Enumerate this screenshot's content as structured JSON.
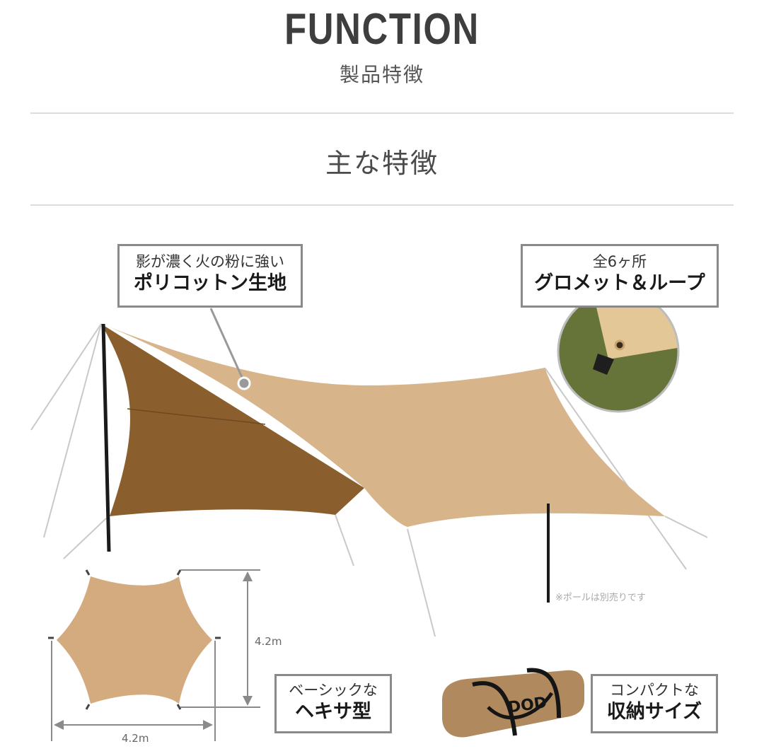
{
  "header": {
    "title": "FUNCTION",
    "subtitle": "製品特徴"
  },
  "section": {
    "title": "主な特徴"
  },
  "callouts": [
    {
      "id": "fabric",
      "small": "影が濃く火の粉に強い",
      "big": "ポリコットン生地"
    },
    {
      "id": "grommet",
      "small": "全6ヶ所",
      "big": "グロメット＆ループ"
    },
    {
      "id": "shape",
      "small": "ベーシックな",
      "big": "ヘキサ型"
    },
    {
      "id": "storage",
      "small": "コンパクトな",
      "big": "収納サイズ"
    }
  ],
  "note": "※ポールは別売りです",
  "dimensions": {
    "height": "4.2m",
    "width": "4.2m"
  },
  "bag_logo": "DOD",
  "colors": {
    "tarp_light": "#d8b48a",
    "tarp_dark": "#8a5e2d",
    "text_dark": "#3e3e3e",
    "rule": "#dcdcdc",
    "callout_border": "#8a8a8a"
  }
}
